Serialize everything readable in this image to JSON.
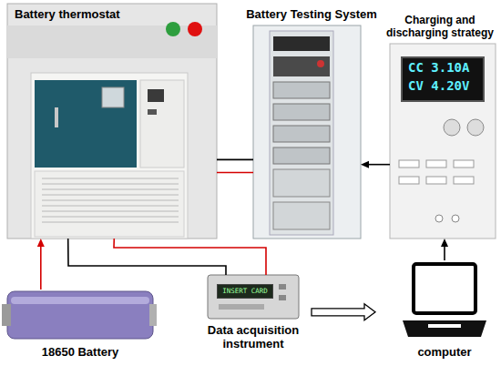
{
  "diagram": {
    "nodes": [
      {
        "text": [
          "Battery thermostat"
        ]
      },
      {
        "text": [
          "Battery Testing System"
        ]
      },
      {
        "text": [
          "Charging and discharging strategy"
        ]
      },
      {
        "text": [
          "CC 3.10A",
          "CV 4.20V"
        ],
        "in": 2
      },
      {
        "text": [
          "18650 Battery"
        ]
      },
      {
        "text": [
          "Data acquisition instrument"
        ]
      },
      {
        "text": [
          "INSERT CARD"
        ],
        "in": 5
      },
      {
        "text": [
          "computer"
        ]
      }
    ],
    "edges": [
      {
        "from": 0,
        "to": 1,
        "arrow": "none"
      },
      {
        "from": 0,
        "to": 1,
        "arrow": "none"
      },
      {
        "from": 2,
        "to": 1,
        "arrow": "to"
      },
      {
        "from": 4,
        "to": 0,
        "arrow": "to"
      },
      {
        "from": 0,
        "to": 5,
        "arrow": "none"
      },
      {
        "from": 0,
        "to": 5,
        "arrow": "none"
      },
      {
        "from": 5,
        "to": 7,
        "arrow": "to"
      },
      {
        "from": 7,
        "to": 2,
        "arrow": "to"
      }
    ]
  }
}
